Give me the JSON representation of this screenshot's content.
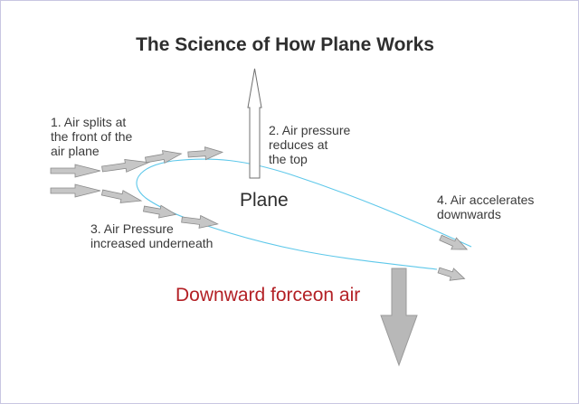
{
  "title": "The Science of How Plane Works",
  "steps": [
    {
      "text": "1. Air splits at\nthe front of the\nair plane"
    },
    {
      "text": "2. Air pressure\nreduces at\nthe top"
    },
    {
      "text": "3. Air Pressure\nincreased underneath"
    },
    {
      "text": "4. Air accelerates\ndownwards"
    }
  ],
  "center_label": "Plane",
  "force_label": "Downward forceon air",
  "colors": {
    "airfoil_outline": "#5ec8ea",
    "flow_arrow_fill": "#c6c6c6",
    "flow_arrow_stroke": "#8a8a8a",
    "force_arrow_fill": "#b8b8b8",
    "force_text": "#b32025",
    "body_text": "#3a3a3a",
    "frame_border": "#c9c6e2"
  },
  "icons": {
    "flow_arrow": "flow-arrow-icon",
    "lift_arrow": "up-arrow-icon",
    "force_arrow": "down-arrow-icon"
  }
}
